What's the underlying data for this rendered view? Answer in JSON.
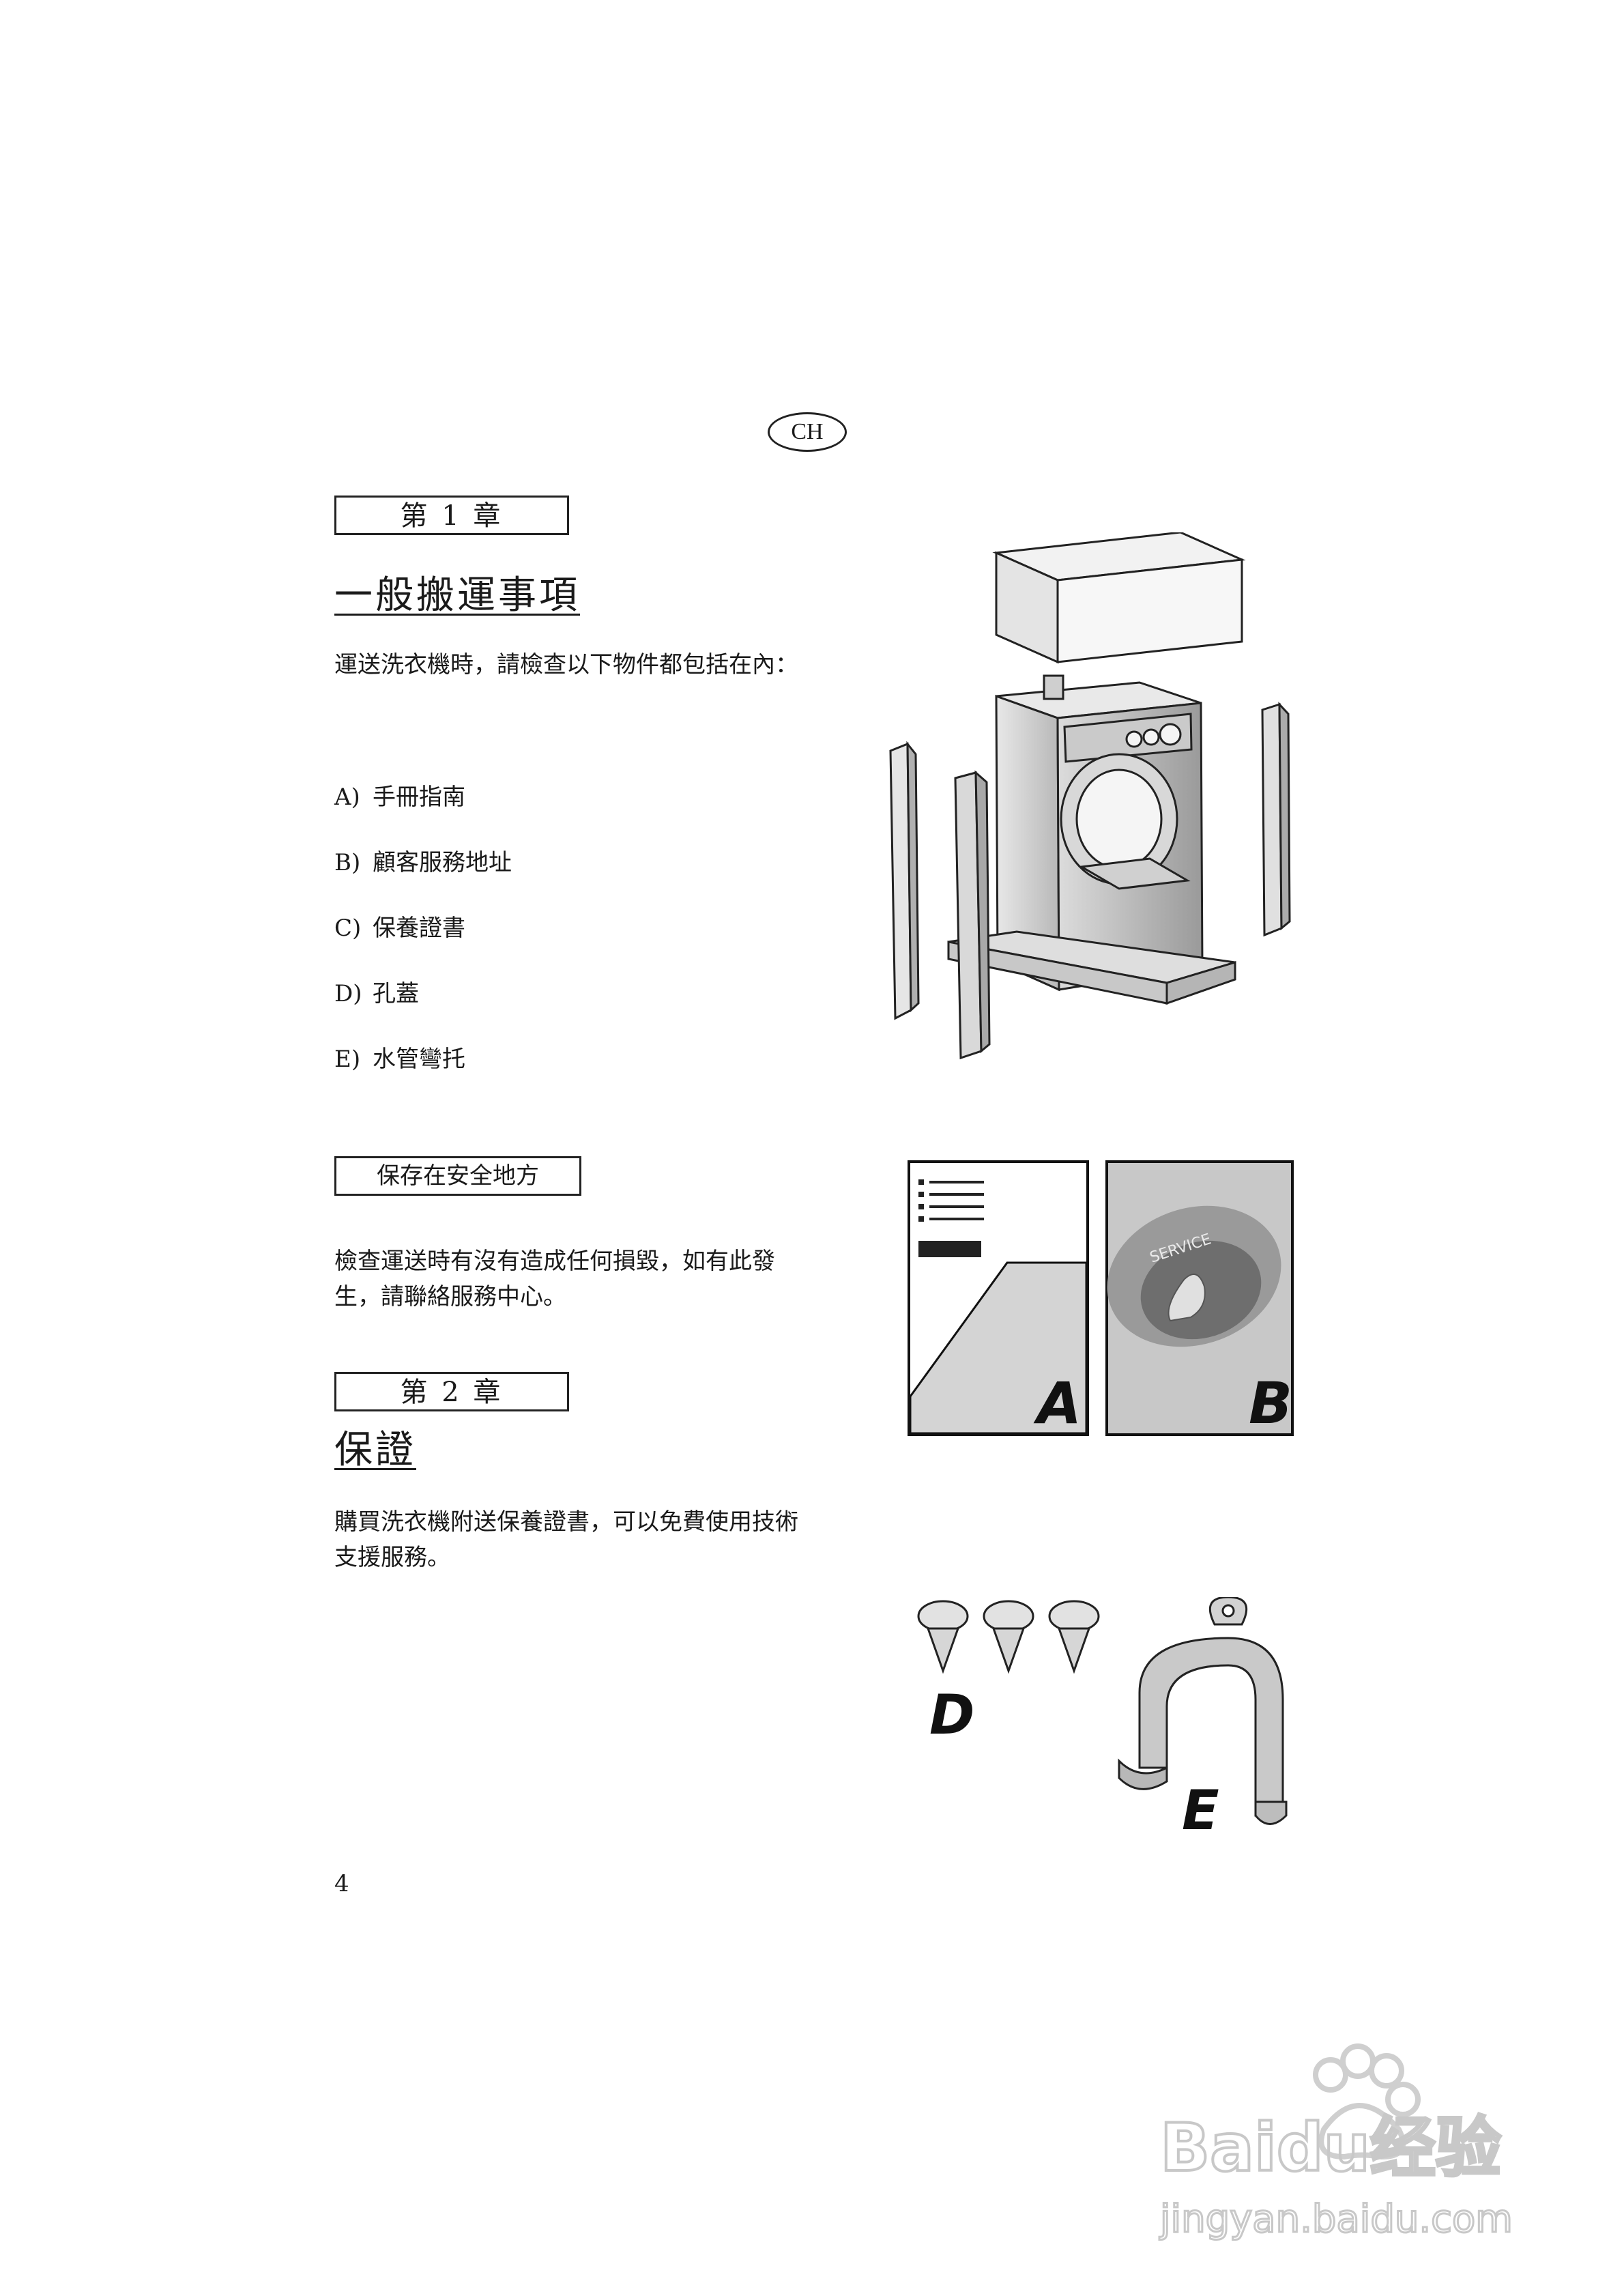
{
  "header": {
    "lang_badge": "CH"
  },
  "chapter1": {
    "label": "第 1 章",
    "title": "一般搬運事項",
    "intro": "運送洗衣機時，請檢查以下物件都包括在內：",
    "items": [
      {
        "key": "A)",
        "text": "手冊指南"
      },
      {
        "key": "B)",
        "text": "顧客服務地址"
      },
      {
        "key": "C)",
        "text": "保養證書"
      },
      {
        "key": "D)",
        "text": "孔蓋"
      },
      {
        "key": "E)",
        "text": "水管彎托"
      }
    ],
    "note_box": "保存在安全地方",
    "note_text": "檢查運送時有沒有造成任何損毀，如有此發生，請聯絡服務中心。"
  },
  "chapter2": {
    "label": "第 2 章",
    "title": "保證",
    "text": "購買洗衣機附送保養證書，可以免費使用技術支援服務。"
  },
  "figures": {
    "label_a": "A",
    "label_b": "B",
    "label_d": "D",
    "label_e": "E",
    "booklet_b_logo": "SERVICE"
  },
  "footer": {
    "page_number": "4"
  },
  "watermark": {
    "brand": "Baidu经验",
    "url": "jingyan.baidu.com"
  }
}
